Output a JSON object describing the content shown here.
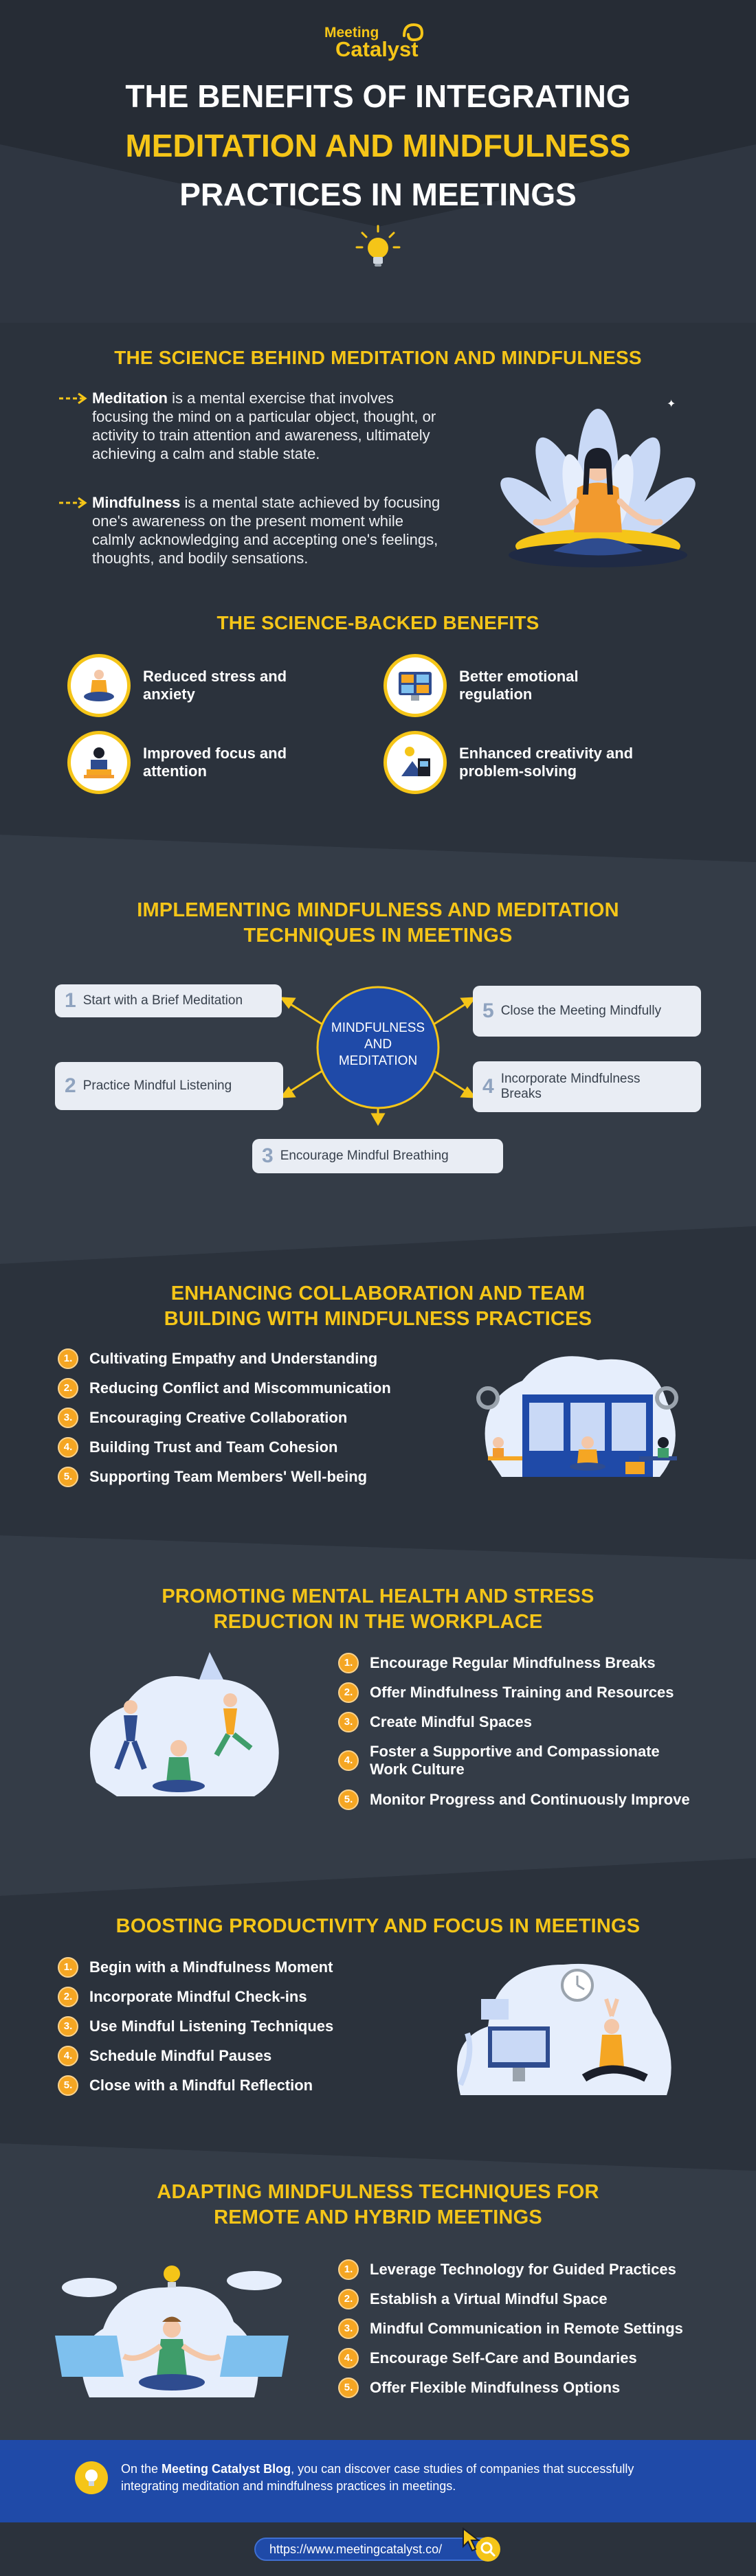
{
  "brand": {
    "line1": "Meeting",
    "line2": "Catalyst"
  },
  "hero": {
    "line1": "THE BENEFITS OF INTEGRATING",
    "line2": "MEDITATION AND MINDFULNESS",
    "line3": "PRACTICES IN MEETINGS"
  },
  "science": {
    "title": "THE SCIENCE BEHIND MEDITATION AND MINDFULNESS",
    "meditation_term": "Meditation",
    "meditation_text": " is a mental exercise that involves focusing the mind on a particular object, thought, or activity to train attention and awareness, ultimately achieving a calm and stable state.",
    "mindfulness_term": "Mindfulness",
    "mindfulness_text": " is a mental state achieved by focusing one's awareness on the present moment while calmly acknowledging and accepting one's feelings, thoughts, and bodily sensations.",
    "benefits_title": "THE SCIENCE-BACKED BENEFITS",
    "benefits": [
      "Reduced stress and anxiety",
      "Better emotional regulation",
      "Improved focus and attention",
      "Enhanced creativity and problem-solving"
    ]
  },
  "implementing": {
    "title_line1": "IMPLEMENTING MINDFULNESS AND MEDITATION",
    "title_line2": "TECHNIQUES IN MEETINGS",
    "center_line1": "MINDFULNESS",
    "center_line2": "AND",
    "center_line3": "MEDITATION",
    "steps": [
      {
        "n": "1",
        "label": "Start with a Brief Meditation"
      },
      {
        "n": "2",
        "label": "Practice Mindful Listening"
      },
      {
        "n": "3",
        "label": "Encourage Mindful Breathing"
      },
      {
        "n": "4",
        "label": "Incorporate Mindfulness Breaks"
      },
      {
        "n": "5",
        "label": "Close the Meeting Mindfully"
      }
    ]
  },
  "collaboration": {
    "title_line1": "ENHANCING COLLABORATION AND TEAM",
    "title_line2": "BUILDING WITH MINDFULNESS PRACTICES",
    "items": [
      "Cultivating Empathy and Understanding",
      "Reducing Conflict and Miscommunication",
      "Encouraging Creative Collaboration",
      "Building Trust and Team Cohesion",
      "Supporting Team Members' Well-being"
    ]
  },
  "mental": {
    "title_line1": "PROMOTING MENTAL HEALTH AND STRESS",
    "title_line2": "REDUCTION IN THE WORKPLACE",
    "items": [
      "Encourage Regular Mindfulness Breaks",
      "Offer Mindfulness Training and Resources",
      "Create Mindful Spaces",
      "Foster a Supportive and Compassionate Work Culture",
      "Monitor Progress and Continuously Improve"
    ]
  },
  "productivity": {
    "title": "BOOSTING PRODUCTIVITY AND FOCUS IN MEETINGS",
    "items": [
      "Begin with a Mindfulness Moment",
      "Incorporate Mindful Check-ins",
      "Use Mindful Listening Techniques",
      "Schedule Mindful Pauses",
      "Close with a Mindful Reflection"
    ]
  },
  "remote": {
    "title_line1": "ADAPTING MINDFULNESS TECHNIQUES FOR",
    "title_line2": "REMOTE AND HYBRID MEETINGS",
    "items": [
      "Leverage Technology for Guided Practices",
      "Establish a Virtual Mindful Space",
      "Mindful Communication in Remote Settings",
      "Encourage Self-Care and Boundaries",
      "Offer Flexible Mindfulness Options"
    ]
  },
  "footer": {
    "pre": "On the ",
    "blog": "Meeting Catalyst Blog",
    "post": ", you can discover case studies of companies that successfully integrating meditation and mindfulness practices in meetings.",
    "url": "https://www.meetingcatalyst.co/"
  },
  "colors": {
    "bg": "#2b323c",
    "panel": "#343c47",
    "accent": "#f5c518",
    "orange": "#f5a623",
    "blue": "#1f4aa8"
  }
}
